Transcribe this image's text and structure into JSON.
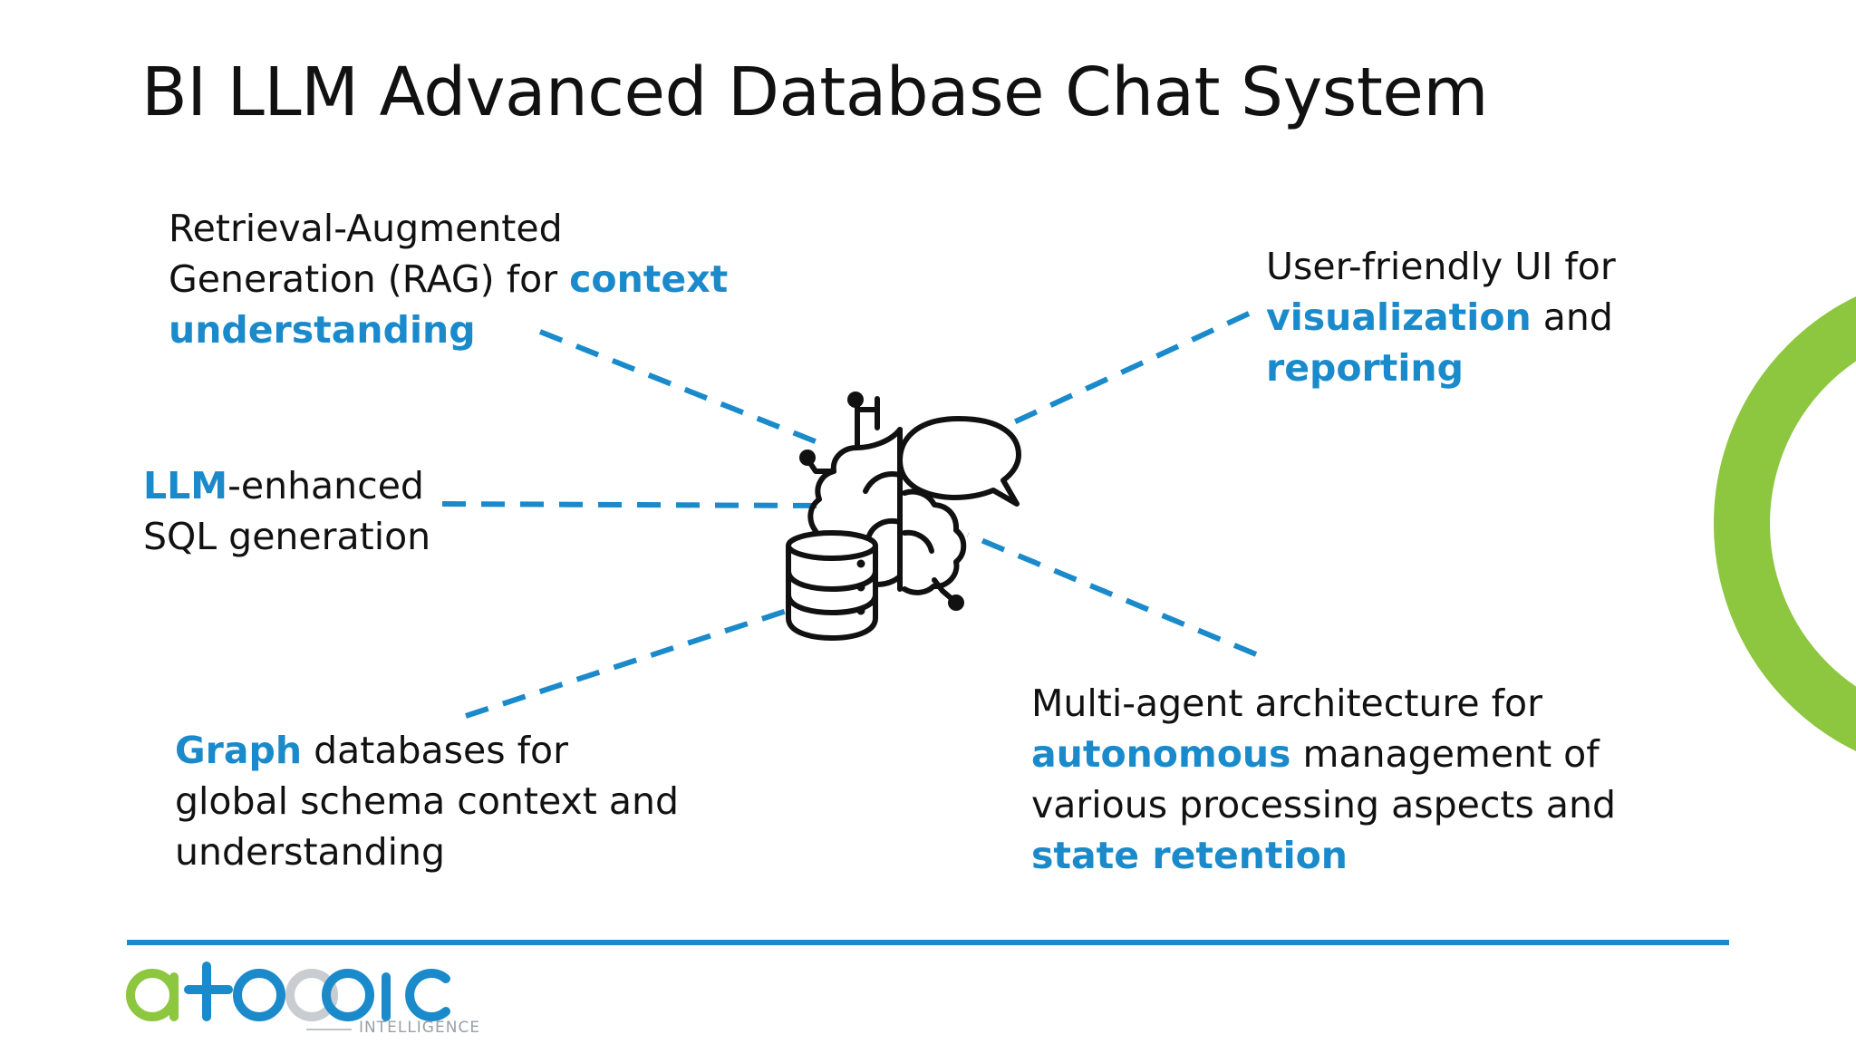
{
  "slide": {
    "title": "BI LLM Advanced Database Chat System"
  },
  "features": [
    {
      "id": "rag",
      "parts": [
        {
          "text": "Retrieval-Augmented Generation (RAG) for ",
          "highlight": false
        },
        {
          "text": "context understanding",
          "highlight": true
        }
      ]
    },
    {
      "id": "llm",
      "parts": [
        {
          "text": "LLM",
          "highlight": true
        },
        {
          "text": "-enhanced SQL generation",
          "highlight": false
        }
      ]
    },
    {
      "id": "graph",
      "parts": [
        {
          "text": "Graph",
          "highlight": true
        },
        {
          "text": " databases for global schema context and understanding",
          "highlight": false
        }
      ]
    },
    {
      "id": "ui",
      "parts": [
        {
          "text": "User-friendly UI for ",
          "highlight": false
        },
        {
          "text": "visualization",
          "highlight": true
        },
        {
          "text": " and ",
          "highlight": false
        },
        {
          "text": "reporting",
          "highlight": true
        }
      ]
    },
    {
      "id": "multi",
      "parts": [
        {
          "text": "Multi-agent architecture for ",
          "highlight": false
        },
        {
          "text": "autonomous",
          "highlight": true
        },
        {
          "text": " management of various processing aspects and ",
          "highlight": false
        },
        {
          "text": "state retention",
          "highlight": true
        }
      ]
    }
  ],
  "center_icons": [
    "brain-icon",
    "chat-bubble-icon",
    "database-icon"
  ],
  "logo": {
    "name": "atomic",
    "subtitle": "INTELLIGENCE"
  },
  "colors": {
    "accent": "#1a8acb",
    "logo_green": "#8dc63f",
    "logo_blue": "#1a8acb",
    "text": "#111111"
  }
}
